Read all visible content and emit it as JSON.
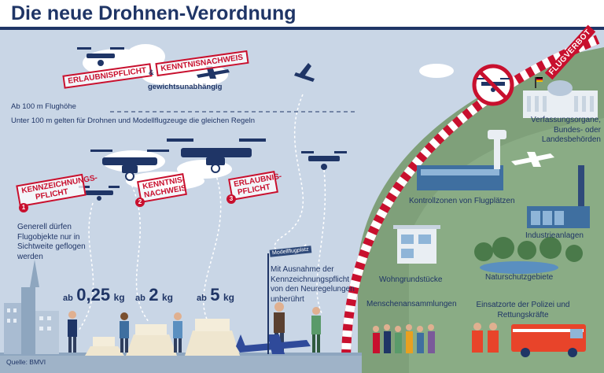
{
  "title": "Die neue Drohnen-Verordnung",
  "altitude": {
    "above_label": "Ab 100 m Flughöhe",
    "below_label": "Unter 100 m gelten für Drohnen und Modellflugzeuge die gleichen Regeln"
  },
  "top_stamps": {
    "permit": "ERLAUBNISPFLICHT",
    "connector": "&",
    "knowledge": "KENNTNISNACHWEIS",
    "note": "gewichtsunabhängig"
  },
  "categories": [
    {
      "badge": "1",
      "stamp": "KENNZEICHNUNGS-PFLICHT",
      "prefix": "ab",
      "weight": "0,25",
      "unit": "kg"
    },
    {
      "badge": "2",
      "stamp": "KENNTNIS-NACHWEIS",
      "prefix": "ab",
      "weight": "2",
      "unit": "kg"
    },
    {
      "badge": "3",
      "stamp": "ERLAUBNIS-PFLICHT",
      "prefix": "ab",
      "weight": "5",
      "unit": "kg"
    }
  ],
  "sight_note": "Generell dürfen Flugobjekte nur in Sichtweite geflogen werden",
  "model_sign": "Modellflugplatz",
  "model_note": "Mit Ausnahme der Kennzeichnungspflicht von den Neuregelungen unberührt",
  "flight_ban": "FLUGVERBOT",
  "zones": [
    "Verfassungsorgane, Bundes- oder Landesbehörden",
    "Kontrollzonen von Flugplätzen",
    "Industrieanlagen",
    "Naturschutzgebiete",
    "Wohngrundstücke",
    "Menschenansammlungen",
    "Einsatzorte der Polizei und Rettungskräfte"
  ],
  "source": "Quelle: BMVI",
  "colors": {
    "navy": "#1f3566",
    "red": "#c8102e",
    "sky": "#c9d6e6",
    "green": "#7fa07a"
  }
}
